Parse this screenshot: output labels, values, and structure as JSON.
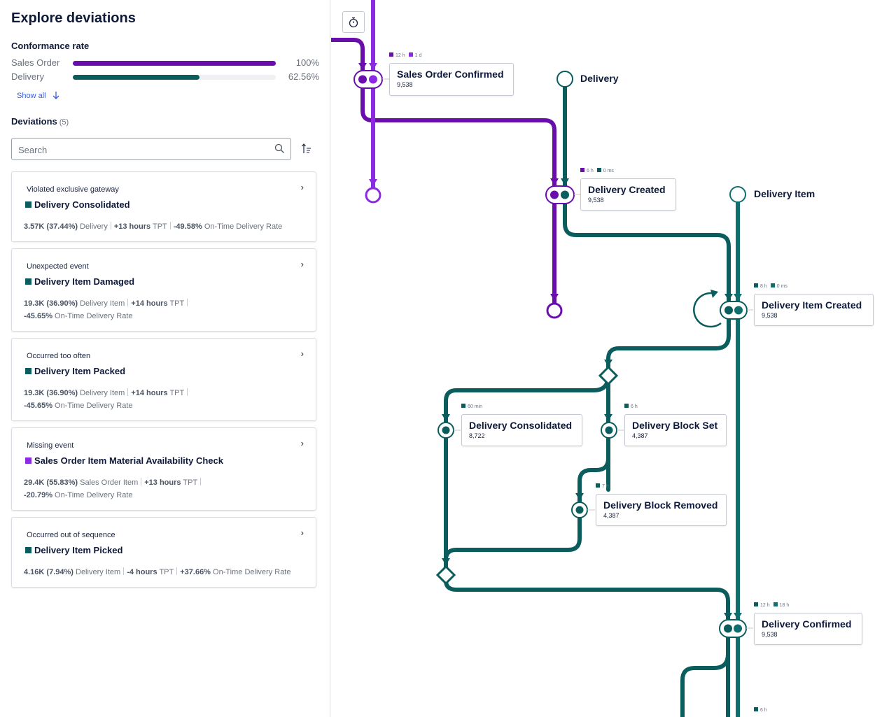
{
  "page": {
    "title": "Explore deviations"
  },
  "conformance": {
    "title": "Conformance rate",
    "rows": [
      {
        "label": "Sales Order",
        "value": "100%",
        "fraction": 1.0,
        "color": "#6a0dad"
      },
      {
        "label": "Delivery",
        "value": "62.56%",
        "fraction": 0.6256,
        "color": "#0b5c5c"
      }
    ],
    "show_all": "Show all"
  },
  "deviations": {
    "title": "Deviations",
    "count": "(5)",
    "search_placeholder": "Search",
    "cards": [
      {
        "type": "Violated exclusive gateway",
        "activity": "Delivery Consolidated",
        "color": "#0b5c5c",
        "m1a": "3.57K (37.44%)",
        "m1b": "Delivery",
        "m2a": "+13 hours",
        "m2b": "TPT",
        "m3a": "-49.58%",
        "m3b": "On-Time Delivery Rate"
      },
      {
        "type": "Unexpected event",
        "activity": "Delivery Item Damaged",
        "color": "#0b5c5c",
        "m1a": "19.3K (36.90%)",
        "m1b": "Delivery Item",
        "m2a": "+14 hours",
        "m2b": "TPT",
        "m3a": "-45.65%",
        "m3b": "On-Time Delivery Rate"
      },
      {
        "type": "Occurred too often",
        "activity": "Delivery Item Packed",
        "color": "#0b5c5c",
        "m1a": "19.3K (36.90%)",
        "m1b": "Delivery Item",
        "m2a": "+14 hours",
        "m2b": "TPT",
        "m3a": "-45.65%",
        "m3b": "On-Time Delivery Rate"
      },
      {
        "type": "Missing event",
        "activity": "Sales Order Item Material Availability Check",
        "color": "#8a2be2",
        "m1a": "29.4K (55.83%)",
        "m1b": "Sales Order Item",
        "m2a": "+13 hours",
        "m2b": "TPT",
        "m3a": "-20.79%",
        "m3b": "On-Time Delivery Rate"
      },
      {
        "type": "Occurred out of sequence",
        "activity": "Delivery Item Picked",
        "color": "#0b5c5c",
        "m1a": "4.16K (7.94%)",
        "m1b": "Delivery Item",
        "m2a": "-4 hours",
        "m2b": "TPT",
        "m3a": "+37.66%",
        "m3b": "On-Time Delivery Rate"
      }
    ]
  },
  "graph": {
    "objects": {
      "delivery": "Delivery",
      "delivery_item": "Delivery Item"
    },
    "nodes": {
      "so_confirmed": {
        "name": "Sales Order Confirmed",
        "count": "9,538",
        "tags": [
          "12 h",
          "1 d"
        ]
      },
      "del_created": {
        "name": "Delivery Created",
        "count": "9,538",
        "tags": [
          "6 h",
          "0 ms"
        ]
      },
      "di_created": {
        "name": "Delivery Item Created",
        "count": "9,538",
        "tags": [
          "8 h",
          "0 ms"
        ]
      },
      "del_consolidated": {
        "name": "Delivery Consolidated",
        "count": "8,722",
        "tags": [
          "60 min"
        ]
      },
      "del_block_set": {
        "name": "Delivery Block Set",
        "count": "4,387",
        "tags": [
          "6 h"
        ]
      },
      "del_block_removed": {
        "name": "Delivery Block Removed",
        "count": "4,387",
        "tags": [
          "7 h"
        ]
      },
      "del_confirmed": {
        "name": "Delivery Confirmed",
        "count": "9,538",
        "tags": [
          "12 h",
          "18 h"
        ]
      },
      "bottom": {
        "tags": [
          "6 h"
        ]
      }
    },
    "colors": {
      "purple": "#6a0dad",
      "violet": "#8a2be2",
      "teal": "#0b5c5c",
      "teal_light": "#0f6e6e"
    }
  }
}
